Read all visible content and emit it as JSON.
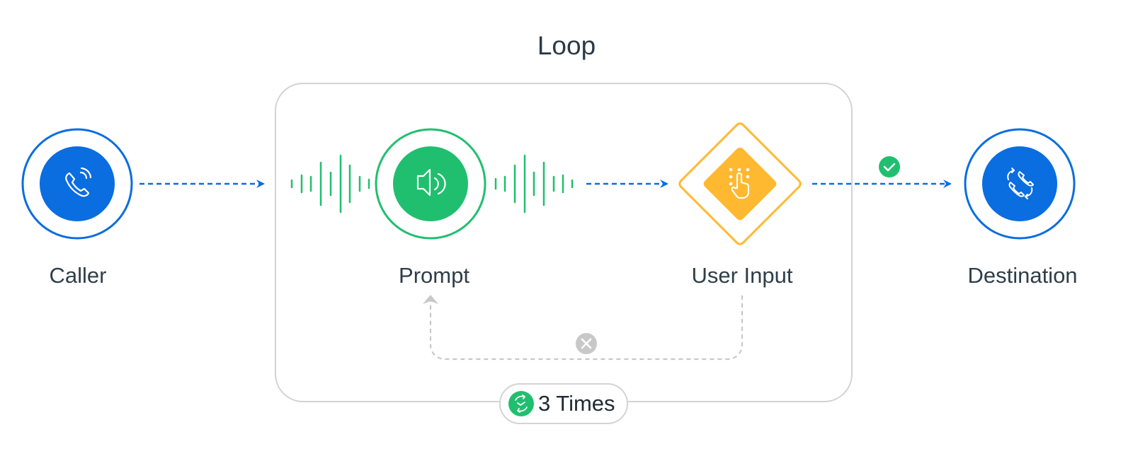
{
  "title": "Loop",
  "colors": {
    "blue": "#0a6de0",
    "green": "#20bf6f",
    "yellow": "#ffb930",
    "gray": "#c8c8c8",
    "text": "#2b3a45"
  },
  "nodes": [
    {
      "id": "caller",
      "label": "Caller",
      "icon": "phone-ringing-icon",
      "shape": "circle",
      "color": "blue"
    },
    {
      "id": "prompt",
      "label": "Prompt",
      "icon": "speaker-icon",
      "shape": "circle",
      "color": "green"
    },
    {
      "id": "user-input",
      "label": "User Input",
      "icon": "tap-keypad-icon",
      "shape": "diamond",
      "color": "yellow"
    },
    {
      "id": "destination",
      "label": "Destination",
      "icon": "call-transfer-icon",
      "shape": "circle",
      "color": "blue"
    }
  ],
  "edges": [
    {
      "from": "caller",
      "to": "prompt",
      "style": "dashed",
      "color": "blue"
    },
    {
      "from": "prompt",
      "to": "user-input",
      "style": "dashed",
      "color": "blue"
    },
    {
      "from": "user-input",
      "to": "destination",
      "style": "dashed",
      "color": "blue",
      "status": "success",
      "status_icon": "check-icon"
    },
    {
      "from": "user-input",
      "to": "prompt",
      "style": "dashed",
      "color": "gray",
      "status": "failure",
      "status_icon": "x-icon"
    }
  ],
  "loop": {
    "label": "Loop",
    "repeat_count": 3,
    "repeat_label": "3 Times",
    "repeat_icon": "repeat-clock-icon"
  }
}
